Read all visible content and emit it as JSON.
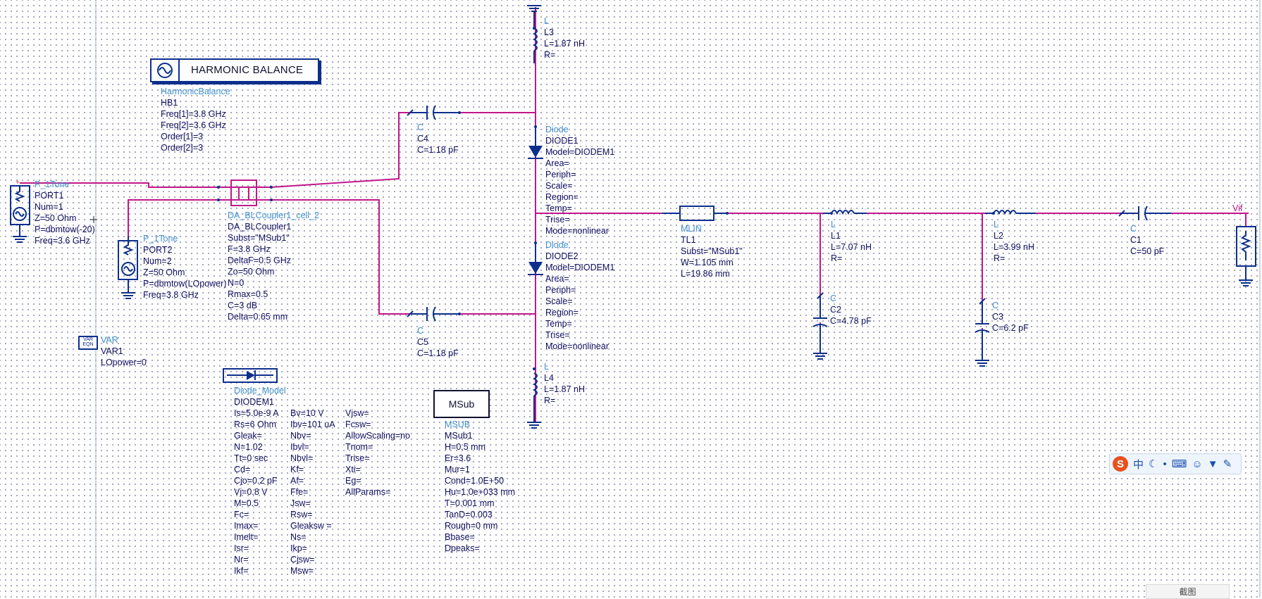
{
  "hb": {
    "title": "HARMONIC BALANCE",
    "lines": [
      "HarmonicBalance",
      "HB1",
      "Freq[1]=3.8 GHz",
      "Freq[2]=3.6 GHz",
      "Order[1]=3",
      "Order[2]=3"
    ]
  },
  "port1": {
    "lines": [
      "P_1Tone",
      "PORT1",
      "Num=1",
      "Z=50 Ohm",
      "P=dbmtow(-20)",
      "Freq=3.6 GHz"
    ]
  },
  "port2": {
    "lines": [
      "P_1Tone",
      "PORT2",
      "Num=2",
      "Z=50 Ohm",
      "P=dbmtow(LOpower)",
      "Freq=3.8 GHz"
    ]
  },
  "coupler": {
    "lines": [
      "DA_BLCoupler1_cell_2",
      "DA_BLCoupler1",
      "Subst=\"MSub1\"",
      "F=3.8 GHz",
      "DeltaF=0.5 GHz",
      "Zo=50 Ohm",
      "N=0",
      "Rmax=0.5",
      "C=3 dB",
      "Delta=0.65 mm"
    ]
  },
  "var": {
    "icon_text": "VAR EQN",
    "lines": [
      "VAR",
      "VAR1",
      "LOpower=0"
    ]
  },
  "c4": {
    "lines": [
      "C",
      "C4",
      "C=1.18 pF"
    ]
  },
  "c5": {
    "lines": [
      "C",
      "C5",
      "C=1.18 pF"
    ]
  },
  "l3": {
    "lines": [
      "L",
      "L3",
      "L=1.87 nH",
      "R="
    ]
  },
  "l4": {
    "lines": [
      "L",
      "L4",
      "L=1.87 nH",
      "R="
    ]
  },
  "diode1": {
    "lines": [
      "Diode",
      "DIODE1",
      "Model=DIODEM1",
      "Area=",
      "Periph=",
      "Scale=",
      "Region=",
      "Temp=",
      "Trise=",
      "Mode=nonlinear"
    ]
  },
  "diode2": {
    "lines": [
      "Diode",
      "DIODE2",
      "Model=DIODEM1",
      "Area=",
      "Periph=",
      "Scale=",
      "Region=",
      "Temp=",
      "Trise=",
      "Mode=nonlinear"
    ]
  },
  "mlin": {
    "lines": [
      "MLIN",
      "TL1",
      "Subst=\"MSub1\"",
      "W=1.105 mm",
      "L=19.86 mm"
    ]
  },
  "l1": {
    "lines": [
      "L",
      "L1",
      "L=7.07 nH",
      "R="
    ]
  },
  "l2": {
    "lines": [
      "L",
      "L2",
      "L=3.99 nH",
      "R="
    ]
  },
  "c1": {
    "lines": [
      "C",
      "C1",
      "C=50 pF"
    ]
  },
  "c2": {
    "lines": [
      "C",
      "C2",
      "C=4.78 pF"
    ]
  },
  "c3": {
    "lines": [
      "C",
      "C3",
      "C=6.2 pF"
    ]
  },
  "vif": {
    "label": "Vif"
  },
  "diode_model": {
    "col1": [
      "Diode_Model",
      "DIODEM1",
      "Is=5.0e-9 A",
      "Rs=6 Ohm",
      "Gleak=",
      "N=1.02",
      "Tt=0 sec",
      "Cd=",
      "Cjo=0.2 pF",
      "Vj=0.8 V",
      "M=0.5",
      "Fc=",
      "Imax=",
      "Imelt=",
      "Isr=",
      "Nr=",
      "Ikf="
    ],
    "col2": [
      "Bv=10 V",
      "Ibv=101 uA",
      "Nbv=",
      "Ibvl=",
      "Nbvl=",
      "Kf=",
      "Af=",
      "Ffe=",
      "Jsw=",
      "Rsw=",
      "Gleaksw =",
      "Ns=",
      "Ikp=",
      "Cjsw=",
      "Msw="
    ],
    "col3": [
      "Vjsw=",
      "Fcsw=",
      "AllowScaling=no",
      "Tnom=",
      "Trise=",
      "Xti=",
      "Eg=",
      "AllParams="
    ]
  },
  "msub": {
    "box_label": "MSub",
    "lines": [
      "MSUB",
      "MSub1",
      "H=0.5 mm",
      "Er=3.6",
      "Mur=1",
      "Cond=1.0E+50",
      "Hu=1.0e+033 mm",
      "T=0.001 mm",
      "TanD=0.003",
      "Rough=0 mm",
      "Bbase=",
      "Dpeaks="
    ]
  },
  "ime_toolbar": {
    "logo": "S",
    "text": "中",
    "icons": [
      "moon-icon",
      "dot-icon",
      "keyboard-icon",
      "person-icon",
      "shirt-icon",
      "wrench-icon"
    ]
  },
  "screenshot_tab": {
    "label": "截图"
  },
  "colors": {
    "wire": "#c0178a",
    "component": "#0c2f8c",
    "label": "#101060",
    "component_type": "#3f8fd0"
  }
}
